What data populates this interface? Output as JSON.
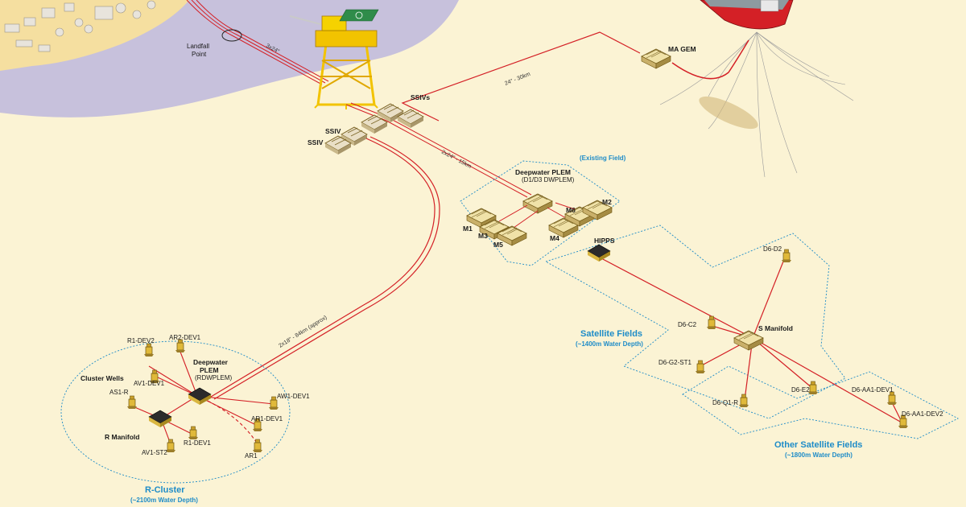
{
  "shore": {
    "landfall_line1": "Landfall",
    "landfall_line2": "Point"
  },
  "pipelines": {
    "export": "3x24\"",
    "ma_gem": "24\" - 30km",
    "to_plem": "2x24\" - 15km",
    "r_cluster": "2x18\" - 84km (approx)"
  },
  "equipment": {
    "ssivs": "SSIVs",
    "ssiv_a": "SSIV",
    "ssiv_b": "SSIV",
    "ma_gem": "MA GEM",
    "hipps": "HIPPS",
    "plem_title": "Deepwater PLEM",
    "plem_sub": "(D1/D3 DWPLEM)",
    "existing_field": "(Existing Field)",
    "m1": "M1",
    "m2": "M2",
    "m3": "M3",
    "m4": "M4",
    "m5": "M5",
    "m6": "M6"
  },
  "r_cluster": {
    "title": "R-Cluster",
    "depth": "(~2100m Water Depth)",
    "cluster_wells": "Cluster Wells",
    "r_manifold": "R Manifold",
    "plem_l1": "Deepwater",
    "plem_l2": "PLEM",
    "plem_l3": "(RDWPLEM)",
    "wells": [
      "R1-DEV2",
      "AR2-DEV1",
      "AV1-DEV1",
      "AS1-R",
      "AW1-DEV1",
      "AR1-DEV1",
      "R1-DEV1",
      "AV1-ST2",
      "AR1"
    ]
  },
  "satellite": {
    "title": "Satellite Fields",
    "depth": "(~1400m Water Depth)",
    "s_manifold": "S Manifold",
    "wells": [
      "D6-D2",
      "D6-C2",
      "D6-G2-ST1",
      "D6-Q1-R",
      "D6-E2"
    ]
  },
  "other_satellite": {
    "title": "Other Satellite Fields",
    "depth": "(~1800m Water Depth)",
    "wells": [
      "D6-AA1-DEV1",
      "D6-AA1-DEV2"
    ]
  },
  "colors": {
    "seabed": "#fbf3d4",
    "land": "#f5dfa0",
    "sea": "#c7c1dc",
    "pipe": "#d42026",
    "zone": "#1e8cc8",
    "platform": "#f2c300"
  }
}
